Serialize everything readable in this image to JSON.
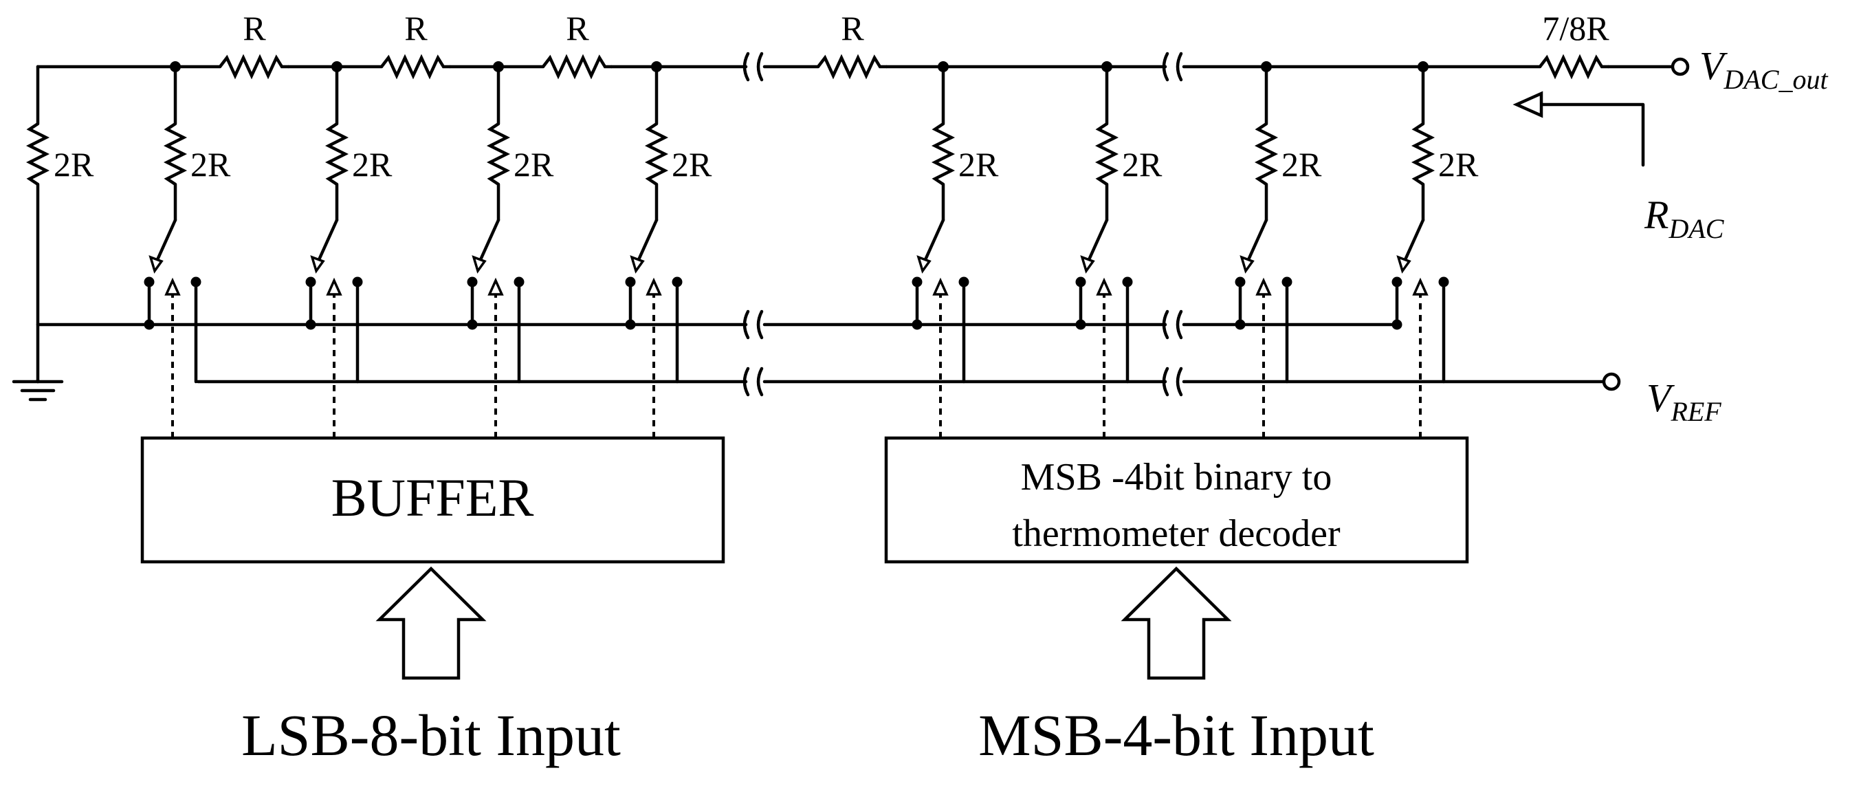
{
  "diagram": {
    "series_resistor_label": "R",
    "final_resistor_label": "7/8R",
    "shunt_resistor_label": "2R",
    "vdac_main": "V",
    "vdac_sub": "DAC_out",
    "vref_main": "V",
    "vref_sub": "REF",
    "rdac_main": "R",
    "rdac_sub": "DAC",
    "buffer_label": "BUFFER",
    "decoder_line1": "MSB -4bit binary to",
    "decoder_line2": "thermometer decoder",
    "lsb_input_label": "LSB-8-bit Input",
    "msb_input_label": "MSB-4-bit Input"
  },
  "icons": [
    "ground-icon",
    "break-mark-icon",
    "terminal-icon",
    "input-arrow-icon"
  ]
}
